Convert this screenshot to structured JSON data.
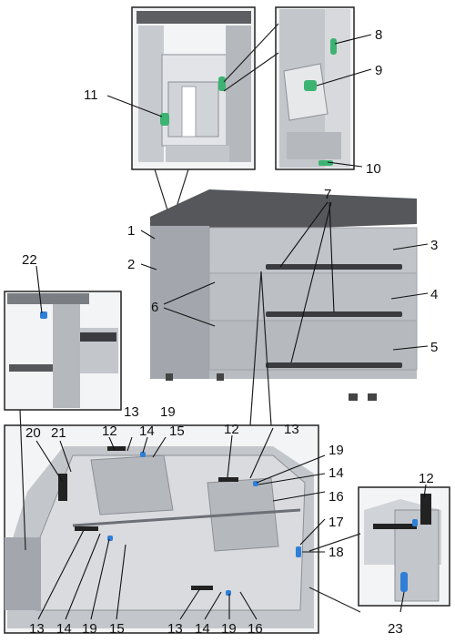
{
  "callouts": {
    "c1": "1",
    "c2": "2",
    "c3": "3",
    "c4": "4",
    "c5": "5",
    "c6": "6",
    "c7": "7",
    "c8": "8",
    "c9": "9",
    "c10": "10",
    "c11": "11",
    "c12a": "12",
    "c12b": "12",
    "c12c": "12",
    "c13a": "13",
    "c13b": "13",
    "c13c": "13",
    "c13d": "13",
    "c14a": "14",
    "c14b": "14",
    "c14c": "14",
    "c14d": "14",
    "c15a": "15",
    "c15b": "15",
    "c16a": "16",
    "c16b": "16",
    "c17": "17",
    "c18": "18",
    "c19a": "19",
    "c19b": "19",
    "c19c": "19",
    "c19d": "19",
    "c20": "20",
    "c21": "21",
    "c22": "22",
    "c23": "23"
  },
  "colors": {
    "machine_body": "#b9bcc1",
    "machine_shade": "#9ea2a8",
    "top_panel": "#55575b",
    "handle": "#3a3c40",
    "lever_green": "#3cb371",
    "lever_blue": "#2f7fd6",
    "frame_line": "#222222"
  },
  "icons": [
    "green-lever-icon",
    "blue-knob-icon"
  ]
}
